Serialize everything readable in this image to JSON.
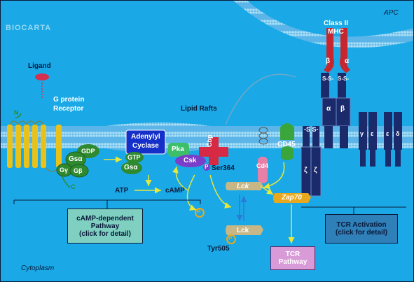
{
  "logo": "BIOCARTA",
  "regions": {
    "apc": "APC",
    "cytoplasm": "Cytoplasm"
  },
  "labels": {
    "ligand": "Ligand",
    "g_protein_receptor_1": "G protein",
    "g_protein_receptor_2": "Receptor",
    "n_term": "N",
    "c_term": "C",
    "lipid_rafts": "Lipid Rafts",
    "adenylyl_cyclase_1": "Adenylyl",
    "adenylyl_cyclase_2": "Cyclase",
    "gdp": "GDP",
    "gtp": "GTP",
    "gs_alpha_top": "Gsα",
    "gs_alpha_bottom": "Gsα",
    "g_gamma": "Gγ",
    "g_beta": "Gβ",
    "pka": "Pka",
    "cbp": "Cbp",
    "csk": "Csk",
    "ser364": "Ser364",
    "p_mark": "P",
    "atp": "ATP",
    "camp": "cAMP",
    "cd4": "Cd4",
    "cd45": "CD45",
    "lck_active": "Lck",
    "lck_inactive": "Lck",
    "zap70": "Zap70",
    "tyr505": "Tyr505",
    "class_ii_mhc_1": "Class II",
    "class_ii_mhc_2": "MHC",
    "beta": "β",
    "alpha": "α",
    "ss": "S-S-",
    "ss_short": "-S S-",
    "zeta": "ζ",
    "epsilon": "ε",
    "gamma": "γ",
    "delta": "δ"
  },
  "buttons": {
    "camp_pathway": [
      "cAMP-dependent",
      "Pathway",
      "(click for detail)"
    ],
    "tcr_pathway": [
      "TCR",
      "Pathway"
    ],
    "tcr_activation": [
      "TCR Activation",
      "(click for detail)"
    ]
  },
  "colors": {
    "background": "#1aa9e6",
    "membrane": "#7fc9ee",
    "receptor": "#e8c21a",
    "g_protein": "#2f8a2f",
    "adenylyl_cyclase": "#1530c8",
    "pka": "#3dbf6a",
    "cbp": "#d62a44",
    "csk": "#7a3ec8",
    "lck": "#c8b786",
    "zap70": "#e8a81e",
    "mhc": "#c8262e",
    "tcr": "#1a2a6a",
    "cd4": "#e87fa6",
    "cd45": "#3aa53a",
    "arrow": "#e8e83a",
    "camp_box": "#7fd0c0",
    "tcr_box": "#d99ad8",
    "tcr_activation_box": "#2f7fb8"
  }
}
